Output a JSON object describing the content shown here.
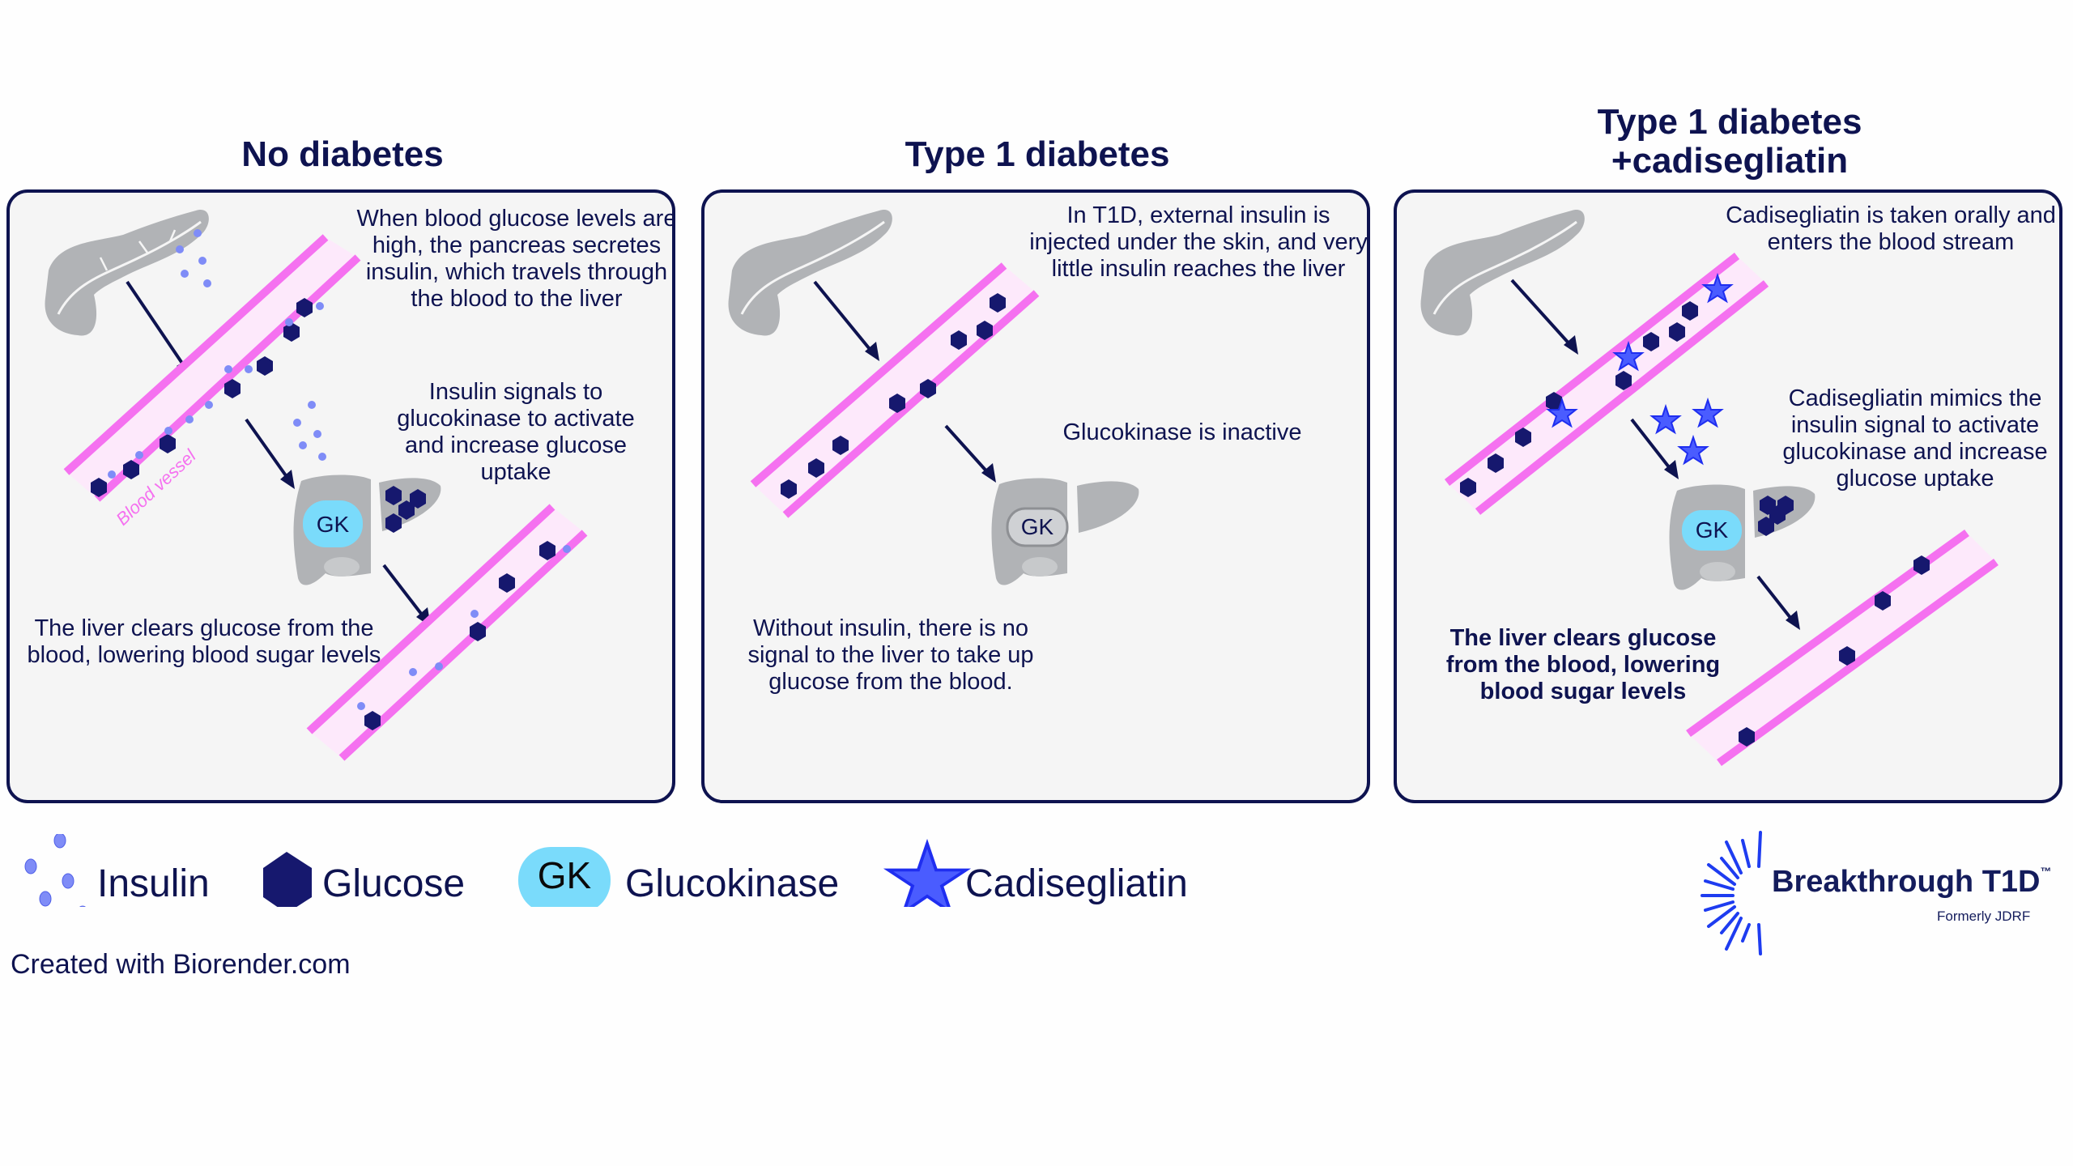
{
  "colors": {
    "navy": "#0e1350",
    "glucose": "#16186e",
    "insulin": "#7f8cf7",
    "gk": "#7adbfb",
    "cadisegliatin": "#4a5cff",
    "vessel_wall": "#f571f0",
    "vessel_lumen": "#fde9fb",
    "organ": "#b1b3b6",
    "logo_blue": "#1e3cf0"
  },
  "panels": [
    {
      "title": "No diabetes",
      "texts": {
        "top": "When blood glucose levels are high, the pancreas secretes insulin, which travels through the blood to the liver",
        "middle": "Insulin signals to glucokinase to activate and increase glucose uptake",
        "bottom": "The liver clears glucose from the blood, lowering blood sugar levels"
      },
      "vessel_label": "Blood vessel",
      "gk_label": "GK",
      "gk_state": "active"
    },
    {
      "title": "Type 1 diabetes",
      "texts": {
        "top": "In T1D, external insulin is injected under the skin, and very little insulin reaches the liver",
        "middle": "Glucokinase is inactive",
        "bottom": "Without insulin, there is no signal to the liver to take up glucose from the blood."
      },
      "gk_label": "GK",
      "gk_state": "inactive"
    },
    {
      "title_line1": "Type 1 diabetes",
      "title_line2": "+cadisegliatin",
      "texts": {
        "top": "Cadisegliatin is taken orally and enters the blood stream",
        "middle": "Cadisegliatin mimics the insulin signal to activate glucokinase and increase glucose uptake",
        "bottom": "The liver clears glucose from the blood, lowering blood sugar levels"
      },
      "gk_label": "GK",
      "gk_state": "active"
    }
  ],
  "legend": [
    {
      "icon": "insulin-dots-icon",
      "label": "Insulin"
    },
    {
      "icon": "glucose-hexagon-icon",
      "label": "Glucose"
    },
    {
      "icon": "glucokinase-badge-icon",
      "label": "Glucokinase",
      "badge": "GK"
    },
    {
      "icon": "star-icon",
      "label": "Cadisegliatin"
    }
  ],
  "credit": "Created with Biorender.com",
  "logo": {
    "name": "Breakthrough T1D",
    "trademark": "™",
    "subtitle": "Formerly JDRF"
  }
}
